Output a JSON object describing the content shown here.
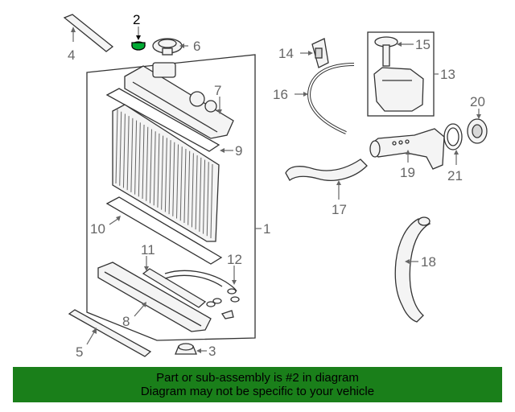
{
  "diagram": {
    "highlight_color": "#00aa33",
    "labels": {
      "p1": "1",
      "p2": "2",
      "p3": "3",
      "p4": "4",
      "p5": "5",
      "p6": "6",
      "p7": "7",
      "p8": "8",
      "p9": "9",
      "p10": "10",
      "p11": "11",
      "p12": "12",
      "p13": "13",
      "p14": "14",
      "p15": "15",
      "p16": "16",
      "p17": "17",
      "p18": "18",
      "p19": "19",
      "p20": "20",
      "p21": "21"
    }
  },
  "banner": {
    "line1": "Part or sub-assembly is #2 in diagram",
    "line2": "Diagram may not be specific to your vehicle",
    "color": "#1a7f1a"
  }
}
